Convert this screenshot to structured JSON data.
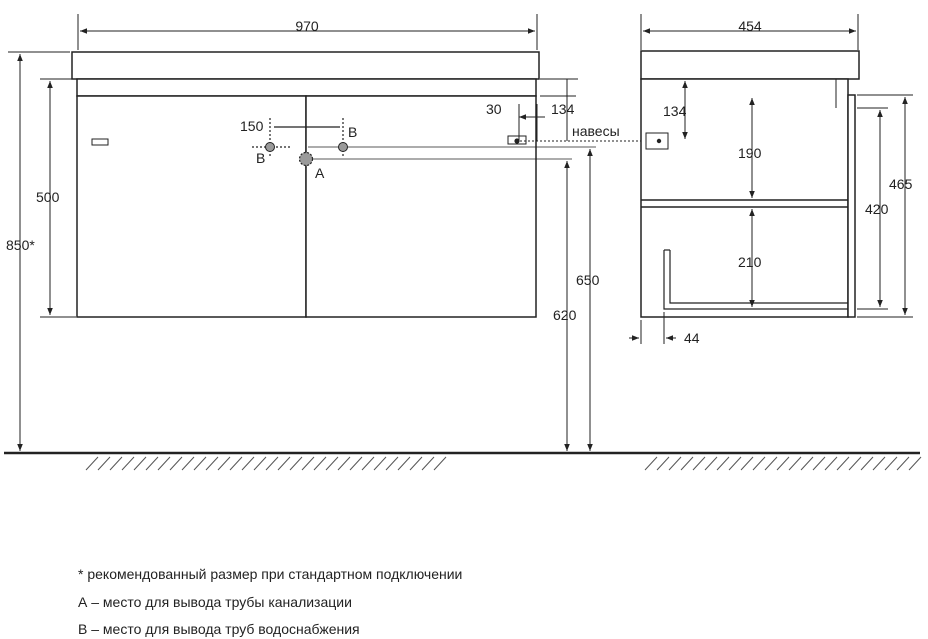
{
  "front_view": {
    "width_label": "970",
    "total_height_label": "850*",
    "body_height_label": "500",
    "floor_to_hangers_label": "650",
    "floor_to_body_label": "620",
    "supply_spacing_label": "150",
    "label_b_left": "B",
    "label_b_right": "B",
    "label_a": "A",
    "hanger_offset_label": "30",
    "hanger_drop_label": "134",
    "hangers_label": "навесы"
  },
  "side_view": {
    "depth_label": "454",
    "hanger_drop_label": "134",
    "upper_section_label": "190",
    "lower_section_label": "210",
    "inner_height_label": "420",
    "outer_height_label": "465",
    "offset_label": "44"
  },
  "notes": {
    "recommended": "* рекомендованный размер при стандартном подключении",
    "point_a": "А – место для вывода трубы канализации",
    "point_b": "В – место для вывода труб водоснабжения"
  }
}
